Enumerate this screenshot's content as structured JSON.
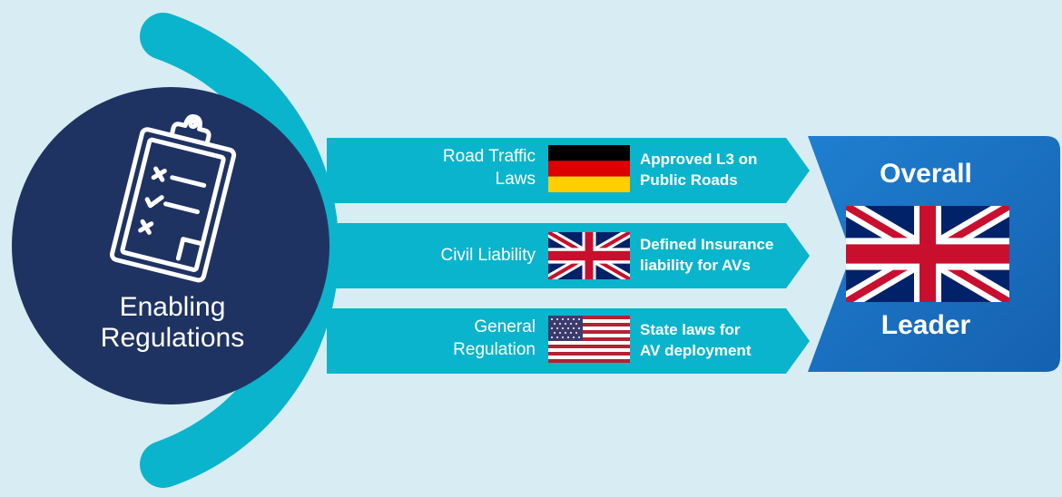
{
  "circle": {
    "title_line1": "Enabling",
    "title_line2": "Regulations",
    "icon": "clipboard-checklist-icon"
  },
  "rows": [
    {
      "category_line1": "Road Traffic",
      "category_line2": "Laws",
      "flag": "germany-flag-icon",
      "desc_line1": "Approved L3 on",
      "desc_line2": "Public Roads"
    },
    {
      "category_line1": "Civil Liability",
      "category_line2": "",
      "flag": "uk-flag-icon",
      "desc_line1": "Defined Insurance",
      "desc_line2": "liability for AVs"
    },
    {
      "category_line1": "General",
      "category_line2": "Regulation",
      "flag": "usa-flag-icon",
      "desc_line1": "State laws for",
      "desc_line2": "AV deployment"
    }
  ],
  "overall": {
    "top_label": "Overall",
    "bottom_label": "Leader",
    "flag": "uk-flag-icon"
  },
  "colors": {
    "background": "#d7edf3",
    "teal": "#0ab4cc",
    "navy": "#1f3362",
    "blue": "#1a6fc0"
  }
}
